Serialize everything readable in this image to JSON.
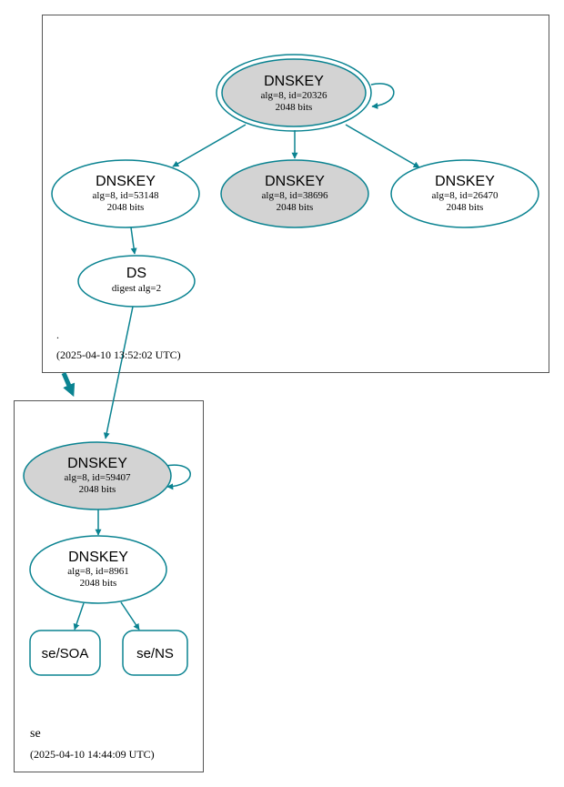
{
  "colors": {
    "edge": "#0a8391",
    "node_fill_gray": "#d3d3d3",
    "node_fill_white": "#ffffff",
    "cluster_border": "#555555"
  },
  "zones": [
    {
      "name": ".",
      "timestamp": "(2025-04-10 13:52:02 UTC)"
    },
    {
      "name": "se",
      "timestamp": "(2025-04-10 14:44:09 UTC)"
    }
  ],
  "nodes": {
    "root_ksk": {
      "title": "DNSKEY",
      "line1": "alg=8, id=20326",
      "line2": "2048 bits"
    },
    "root_zsk1": {
      "title": "DNSKEY",
      "line1": "alg=8, id=53148",
      "line2": "2048 bits"
    },
    "root_zsk2": {
      "title": "DNSKEY",
      "line1": "alg=8, id=38696",
      "line2": "2048 bits"
    },
    "root_zsk3": {
      "title": "DNSKEY",
      "line1": "alg=8, id=26470",
      "line2": "2048 bits"
    },
    "ds": {
      "title": "DS",
      "line1": "digest alg=2"
    },
    "se_ksk": {
      "title": "DNSKEY",
      "line1": "alg=8, id=59407",
      "line2": "2048 bits"
    },
    "se_zsk": {
      "title": "DNSKEY",
      "line1": "alg=8, id=8961",
      "line2": "2048 bits"
    },
    "se_soa": {
      "label": "se/SOA"
    },
    "se_ns": {
      "label": "se/NS"
    }
  }
}
